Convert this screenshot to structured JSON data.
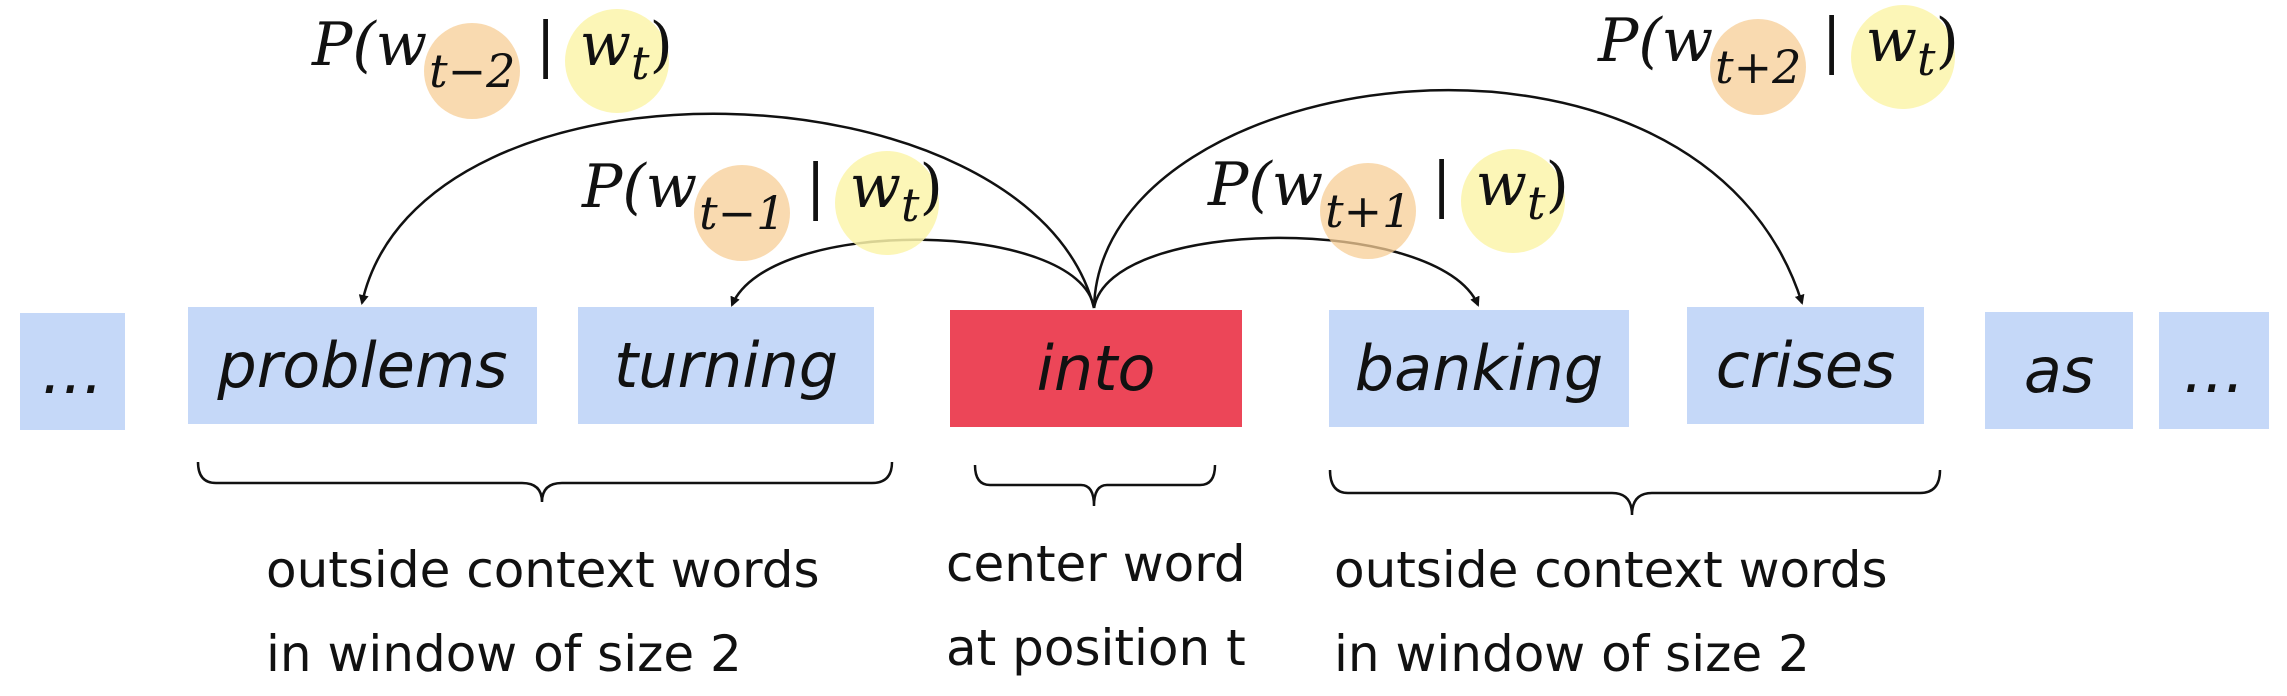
{
  "words": [
    {
      "id": "ellipsis-left",
      "text": "…",
      "role": "other"
    },
    {
      "id": "problems",
      "text": "problems",
      "role": "context"
    },
    {
      "id": "turning",
      "text": "turning",
      "role": "context"
    },
    {
      "id": "into",
      "text": "into",
      "role": "center"
    },
    {
      "id": "banking",
      "text": "banking",
      "role": "context"
    },
    {
      "id": "crises",
      "text": "crises",
      "role": "context"
    },
    {
      "id": "as",
      "text": "as",
      "role": "other"
    },
    {
      "id": "ellipsis-right",
      "text": "…",
      "role": "other"
    }
  ],
  "probabilities": [
    {
      "id": "p-t-minus-2",
      "prefix": "P(w",
      "sub": "t−2",
      "given": "w",
      "given_sub": "t",
      "suffix": ")"
    },
    {
      "id": "p-t-minus-1",
      "prefix": "P(w",
      "sub": "t−1",
      "given": "w",
      "given_sub": "t",
      "suffix": ")"
    },
    {
      "id": "p-t-plus-1",
      "prefix": "P(w",
      "sub": "t+1",
      "given": "w",
      "given_sub": "t",
      "suffix": ")"
    },
    {
      "id": "p-t-plus-2",
      "prefix": "P(w",
      "sub": "t+2",
      "given": "w",
      "given_sub": "t",
      "suffix": ")"
    }
  ],
  "captions": {
    "left": {
      "line1": "outside context words",
      "line2": "in window of size 2"
    },
    "center": {
      "line1": "center word",
      "line2": "at position t"
    },
    "right": {
      "line1": "outside context words",
      "line2": "in window of size 2"
    }
  },
  "colors": {
    "context_box": "#c5d8f8",
    "center_box": "#ec4658",
    "context_bubble": "#f7cd96",
    "center_bubble": "#fcf4aa",
    "line": "#111111"
  }
}
